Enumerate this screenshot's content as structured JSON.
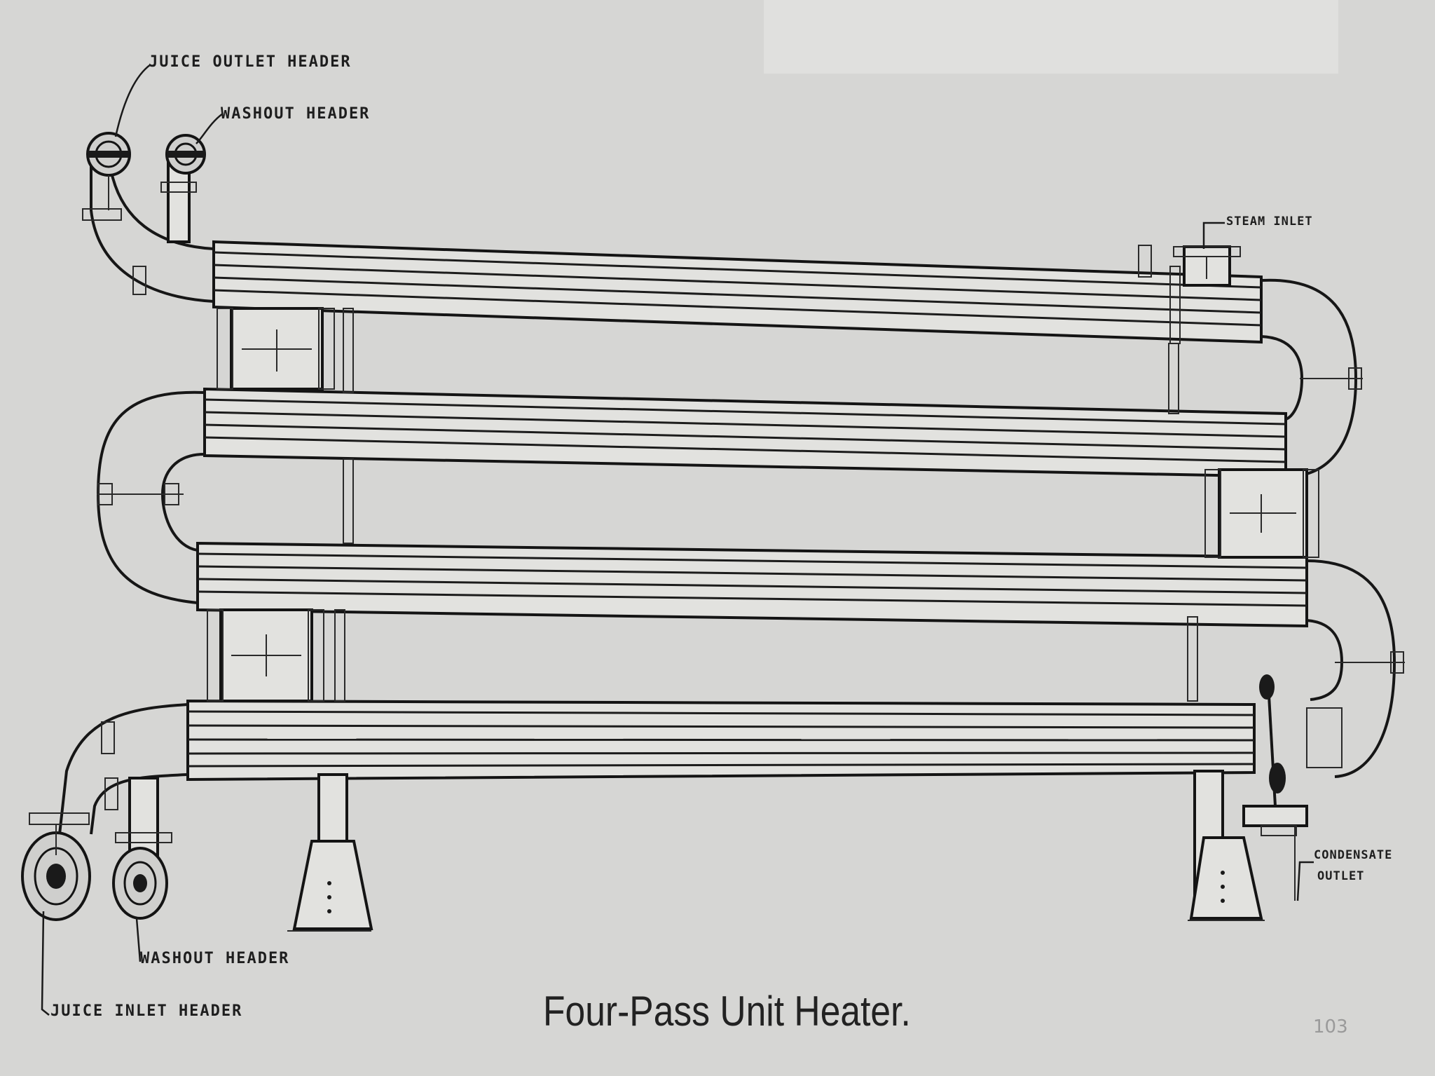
{
  "labels": {
    "juice_outlet_header": "JUICE OUTLET HEADER",
    "washout_header_top": "WASHOUT HEADER",
    "steam_inlet": "STEAM INLET",
    "condensate_outlet_line1": "CONDENSATE",
    "condensate_outlet_line2": "OUTLET",
    "washout_header_bottom": "WASHOUT HEADER",
    "juice_inlet_header": "JUICE INLET HEADER"
  },
  "caption": "Four-Pass Unit Heater.",
  "page_number": "103",
  "colors": {
    "paper": "#d6d6d4",
    "ink": "#1c1c1c",
    "page_number": "#9a9a9a"
  }
}
